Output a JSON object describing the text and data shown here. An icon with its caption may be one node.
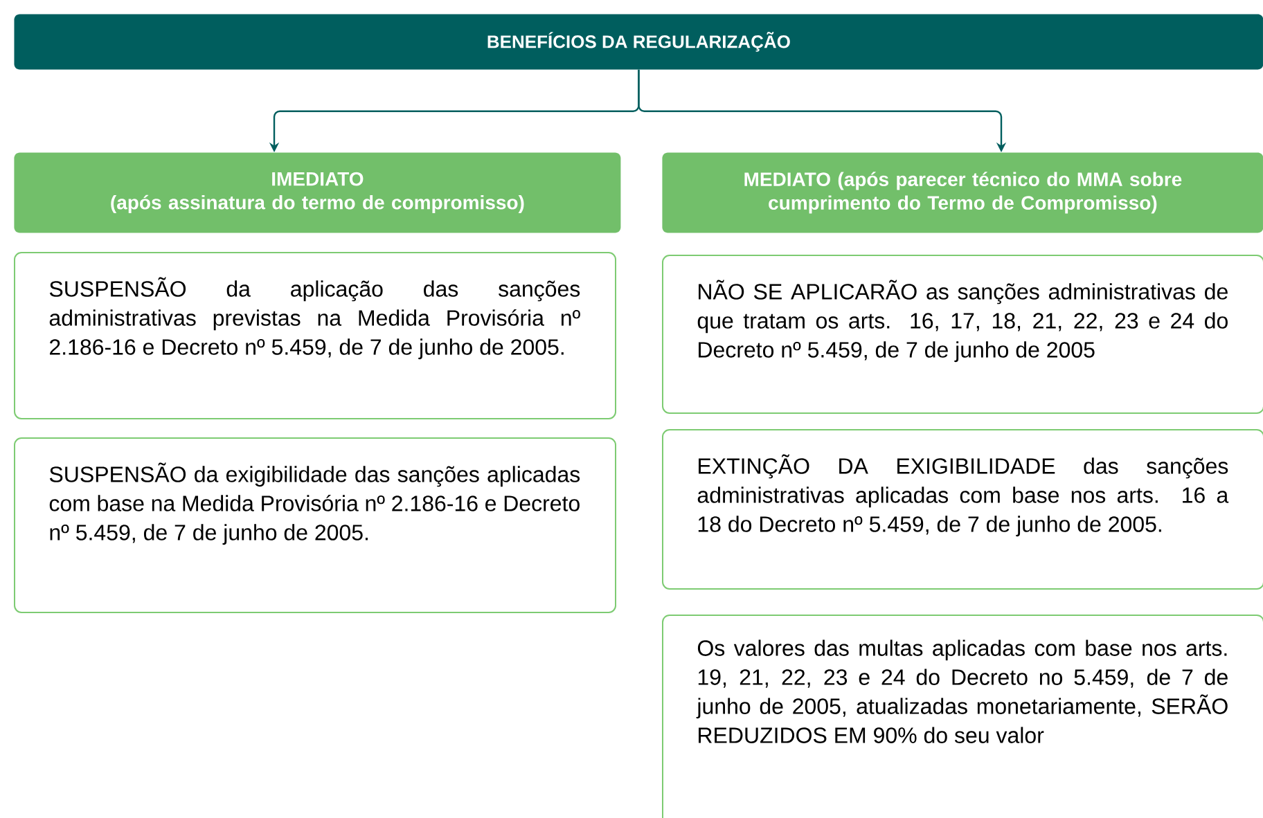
{
  "diagram": {
    "nodes": [
      {
        "text": [
          "BENEFÍCIOS DA REGULARIZAÇÃO"
        ]
      },
      {
        "text": [
          "IMEDIATO",
          "(após assinatura do termo de compromisso)"
        ]
      },
      {
        "text": [
          "MEDIATO (após parecer técnico do MMA sobre cumprimento do Termo de Compromisso)"
        ]
      },
      {
        "text": [
          "SUSPENSÃO da aplicação das sanções administrativas previstas na Medida Provisória nº 2.186-16 e Decreto nº 5.459, de 7 de junho de 2005."
        ]
      },
      {
        "text": [
          "SUSPENSÃO da exigibilidade das sanções aplicadas com base na Medida Provisória nº 2.186-16 e Decreto nº 5.459, de 7 de junho de 2005."
        ]
      },
      {
        "text": [
          "NÃO SE APLICARÃO as sanções administrativas de que tratam os arts. 16, 17, 18, 21, 22, 23 e 24 do Decreto nº 5.459, de 7 de junho de 2005"
        ]
      },
      {
        "text": [
          "EXTINÇÃO DA EXIGIBILIDADE das sanções administrativas aplicadas com base nos arts. 16 a 18 do Decreto nº 5.459, de 7 de junho de 2005."
        ]
      },
      {
        "text": [
          "Os valores das multas aplicadas com base nos arts. 19, 21, 22, 23 e 24 do Decreto no 5.459, de 7 de junho de 2005, atualizadas monetariamente, SERÃO REDUZIDOS EM 90% do seu valor"
        ]
      }
    ],
    "edges": [
      {
        "from": 0,
        "to": 1,
        "arrow": "to"
      },
      {
        "from": 0,
        "to": 2,
        "arrow": "to"
      }
    ]
  }
}
